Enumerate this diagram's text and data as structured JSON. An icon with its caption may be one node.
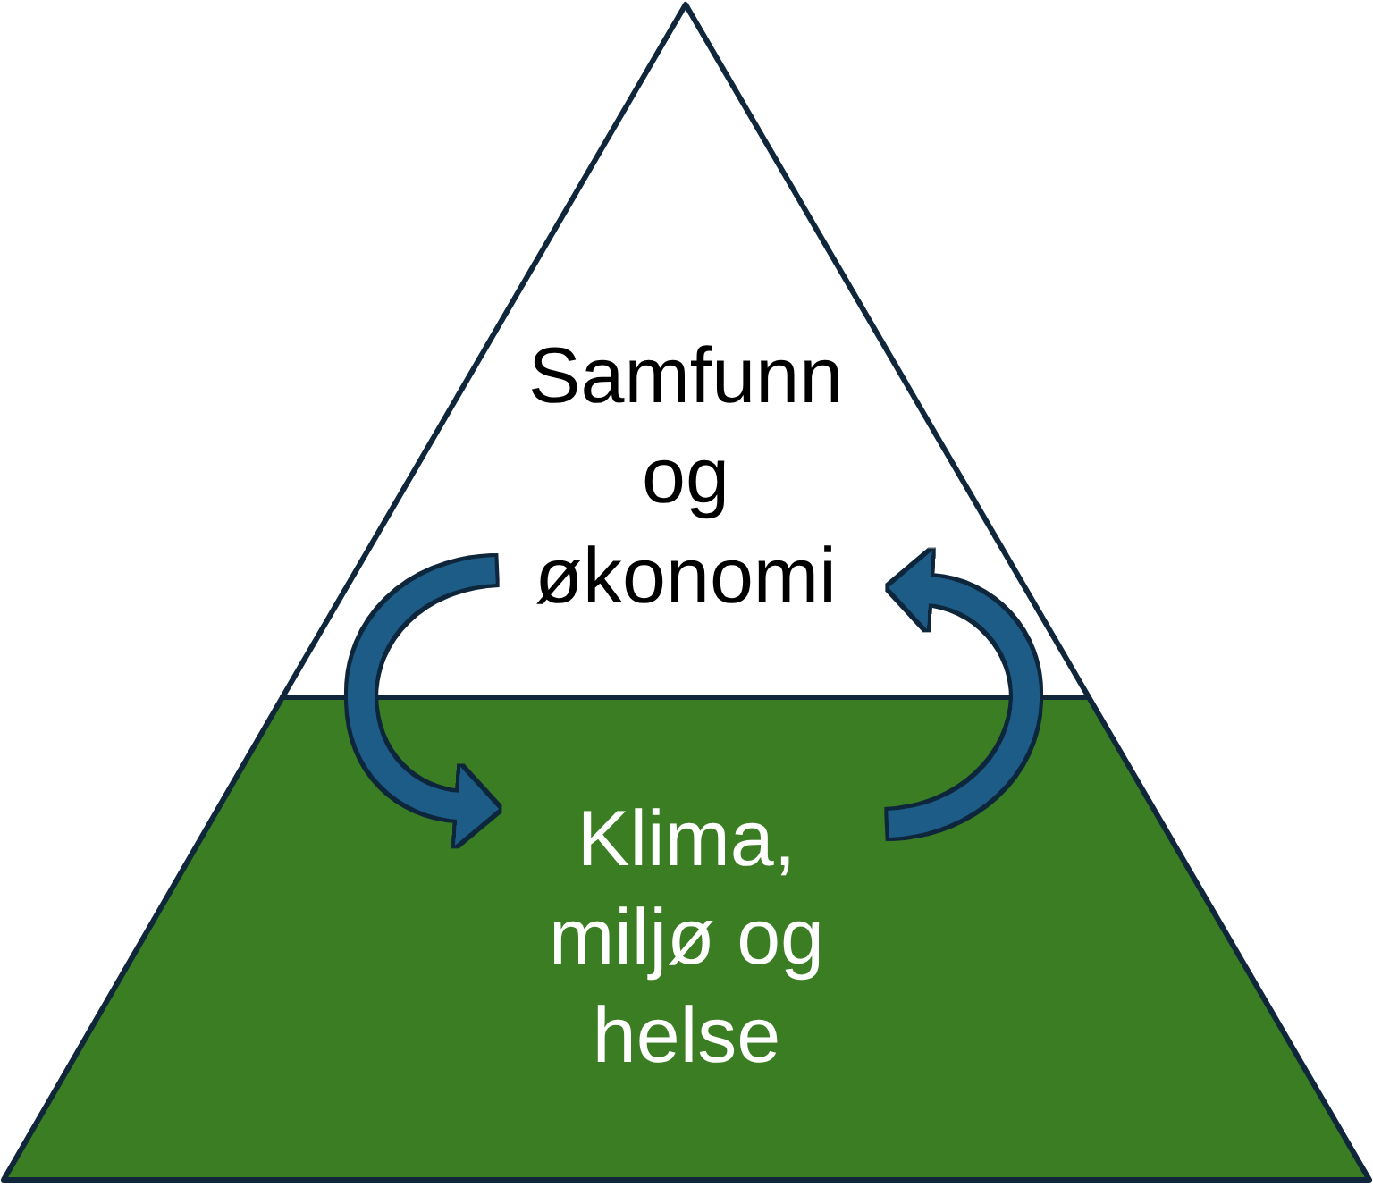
{
  "diagram": {
    "nodes": [
      {
        "text": [
          "Samfunn og økonomi"
        ]
      },
      {
        "text": [
          "Klima, miljø og helse"
        ]
      }
    ],
    "edges": [
      {
        "from": 0,
        "to": 1,
        "arrow": "to"
      },
      {
        "from": 1,
        "to": 0,
        "arrow": "to"
      }
    ]
  }
}
